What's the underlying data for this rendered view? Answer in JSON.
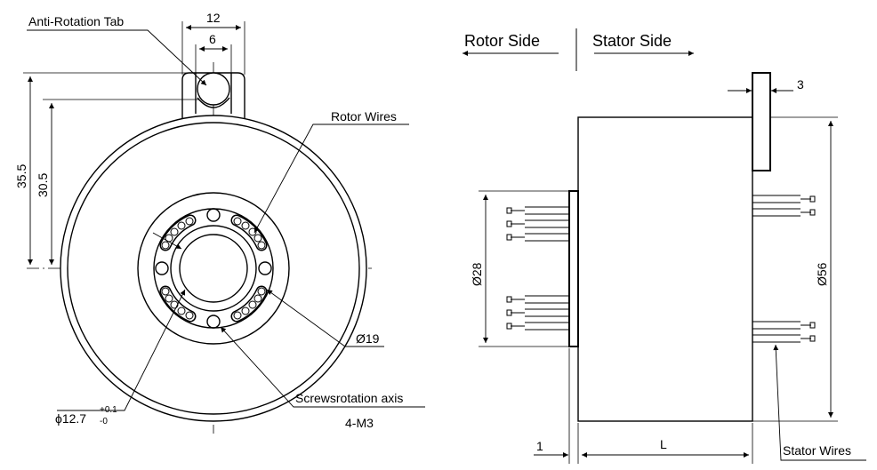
{
  "labels": {
    "anti_rotation_tab": "Anti-Rotation Tab",
    "rotor_wires": "Rotor Wires",
    "rotor_side": "Rotor Side",
    "stator_side": "Stator Side",
    "stator_wires": "Stator Wires",
    "screws_rotation_axis": "Screwsrotation axis",
    "screws_spec": "4-M3",
    "bore_symbol": "ϕ12.7",
    "bore_tol_plus": "+0.1",
    "bore_tol_minus": "-0"
  },
  "dimensions": {
    "tab_width": "12",
    "tab_slot": "6",
    "height_35": "35.5",
    "height_30": "30.5",
    "dia_19": "Ø19",
    "dia_28": "Ø28",
    "dia_56": "Ø56",
    "flange_thickness": "3",
    "rotor_lip": "1",
    "length": "L"
  }
}
